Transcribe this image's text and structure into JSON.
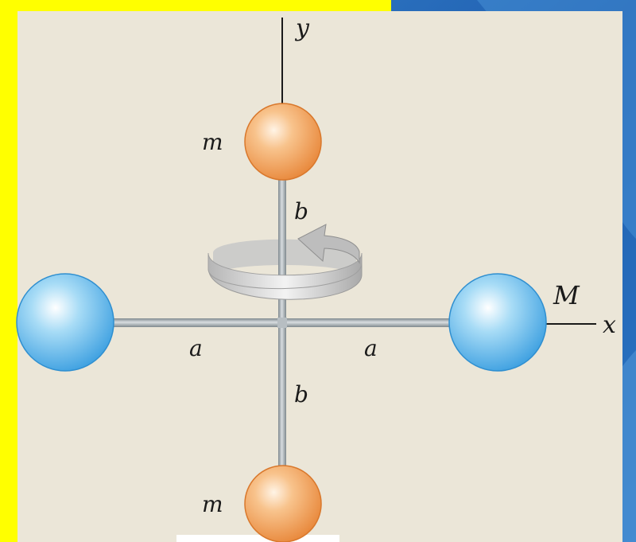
{
  "figure": {
    "axes": {
      "x_label": "x",
      "y_label": "y"
    },
    "masses": {
      "top_label": "m",
      "bottom_label": "m",
      "right_label": "M"
    },
    "distances": {
      "left_a": "a",
      "right_a": "a",
      "top_b": "b",
      "bottom_b": "b"
    },
    "colors": {
      "backdrop_blue": "#1f5fb0",
      "left_strip_yellow": "#ffff00",
      "panel_beige": "#ebe6d8",
      "small_mass_orange": "#f2a35b",
      "large_mass_blue": "#5fb8ea",
      "rod_gray": "#9aa3a8"
    },
    "rotation_arrow_icon": "counterclockwise-rotation-arrow"
  }
}
